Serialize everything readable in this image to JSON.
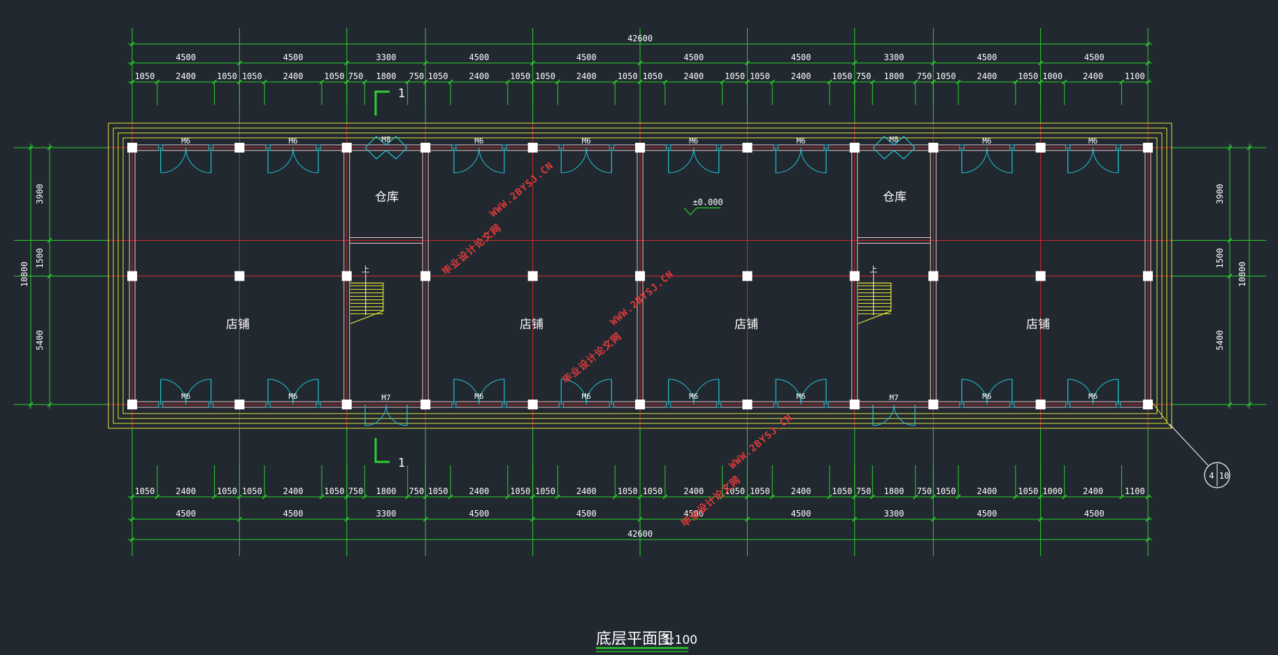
{
  "drawing": {
    "title": "底层平面图",
    "scale": "1:100",
    "section_mark": "1",
    "level_mark": "±0.000",
    "detail_ref_top": "4",
    "detail_ref_bottom": "10",
    "stair_label": "上"
  },
  "dimensions": {
    "total_length": "42600",
    "bays": [
      "4500",
      "4500",
      "3300",
      "4500",
      "4500",
      "4500",
      "4500",
      "3300",
      "4500",
      "4500"
    ],
    "openings": [
      "1050",
      "2400",
      "1050",
      "1050",
      "2400",
      "1050",
      "750",
      "1800",
      "750",
      "1050",
      "2400",
      "1050",
      "1050",
      "2400",
      "1050",
      "1050",
      "2400",
      "1050",
      "1050",
      "2400",
      "1050",
      "750",
      "1800",
      "750",
      "1050",
      "2400",
      "1050",
      "1000",
      "2400",
      "1100"
    ],
    "total_depth": "10800",
    "depth_segments": [
      "3900",
      "1500",
      "5400"
    ]
  },
  "rooms": [
    {
      "name": "店铺"
    },
    {
      "name": "仓库"
    },
    {
      "name": "店铺"
    },
    {
      "name": "店铺"
    },
    {
      "name": "仓库"
    },
    {
      "name": "店铺"
    }
  ],
  "doors": {
    "top": [
      "M6",
      "M6",
      "M8",
      "M6",
      "M6",
      "M6",
      "M6",
      "M8",
      "M6",
      "M6"
    ],
    "bottom": [
      "M6",
      "M6",
      "M7",
      "M6",
      "M6",
      "M6",
      "M6",
      "M7",
      "M6",
      "M6"
    ]
  },
  "watermarks": [
    "毕业设计论文网",
    "WWW.2BYSJ.CN"
  ]
}
